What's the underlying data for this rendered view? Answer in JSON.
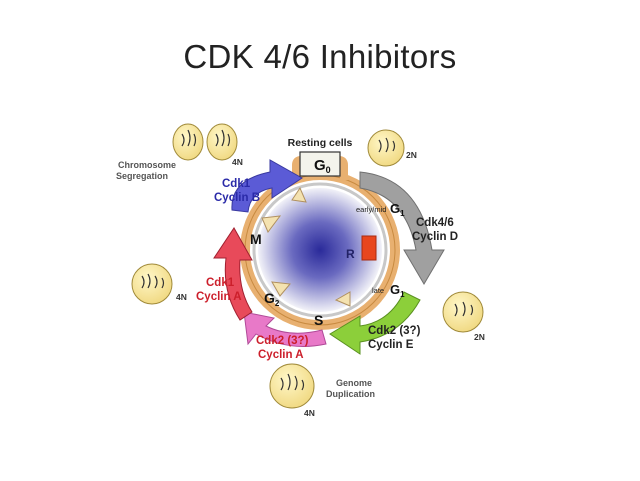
{
  "slide": {
    "title": "CDK 4/6 Inhibitors"
  },
  "diagram": {
    "resting_cells": "Resting cells",
    "g0": {
      "main": "G",
      "sub": "0"
    },
    "early_mid": "early/mid",
    "g1_top": {
      "main": "G",
      "sub": "1"
    },
    "late": "late",
    "g1_bottom": {
      "main": "G",
      "sub": "1"
    },
    "restriction_point": "R",
    "phase_m": "M",
    "phase_s": "S",
    "phase_g2": {
      "main": "G",
      "sub": "2"
    },
    "cdk1_cyclin_b": {
      "line1": "Cdk1",
      "line2": "Cyclin B"
    },
    "cdk46_cyclin_d": {
      "line1": "Cdk4/6",
      "line2": "Cyclin D"
    },
    "cdk2_cyclin_e": {
      "line1": "Cdk2 (3?)",
      "line2": "Cyclin E"
    },
    "cdk2_cyclin_a": {
      "line1": "Cdk2 (3?)",
      "line2": "Cyclin A"
    },
    "cdk1_cyclin_a": {
      "line1": "Cdk1",
      "line2": "Cyclin A"
    },
    "chromosome_segregation": {
      "line1": "Chromosome",
      "line2": "Segregation"
    },
    "genome_duplication": {
      "line1": "Genome",
      "line2": "Duplication"
    },
    "ploidy": {
      "top_left": "4N",
      "top_right": "2N",
      "right": "2N",
      "left": "4N",
      "bottom": "4N"
    },
    "colors": {
      "cdk1_cyclin_b": "#5b5bd6",
      "cdk46_cyclin_d": "#9a9a9a",
      "cdk2_cyclin_e": "#8ccf3a",
      "cdk2_cyclin_a": "#e879c8",
      "cdk1_cyclin_a": "#e84a5a",
      "ring": "#e8b070",
      "restriction": "#e8461e",
      "text_blue": "#2a2aa8",
      "text_red": "#cc1f2b"
    }
  }
}
